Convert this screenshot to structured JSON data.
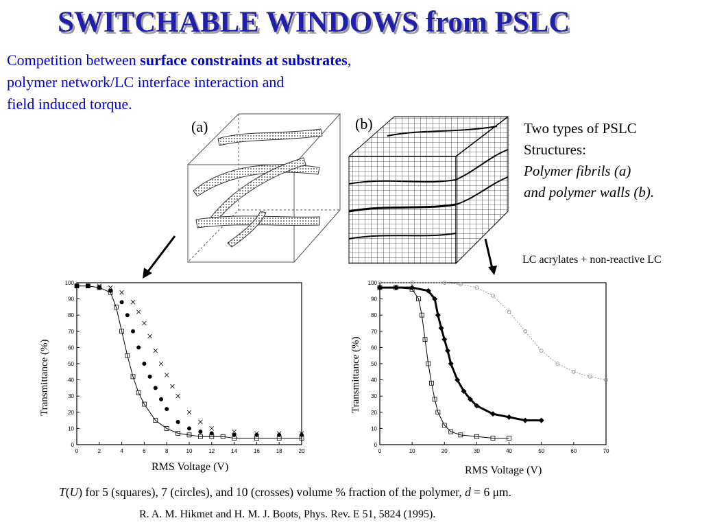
{
  "title": "SWITCHABLE WINDOWS from PSLC",
  "intro": {
    "line1_prefix": "Competition between ",
    "line1_bold": "surface constraints at substrates",
    "line1_suffix": ",",
    "line2": "polymer network/LC interface interaction and",
    "line3": "field induced torque."
  },
  "figure_labels": {
    "a": "(a)",
    "b": "(b)"
  },
  "structure_note": {
    "line1": "Two types of PSLC",
    "line2": "Structures:",
    "line3": "Polymer fibrils (a)",
    "line4": "and polymer walls (b)."
  },
  "lc_note": "LC acrylates + non-reactive LC",
  "plot_left": {
    "ylabel": "Transmittance (%)",
    "xlabel": "RMS Voltage (V)",
    "x_ticks": [
      "0",
      "2",
      "4",
      "6",
      "8",
      "10",
      "12",
      "14",
      "16",
      "18",
      "20"
    ],
    "y_ticks": [
      "0",
      "10",
      "20",
      "30",
      "40",
      "50",
      "60",
      "70",
      "80",
      "90",
      "100"
    ]
  },
  "plot_right": {
    "ylabel": "Transmittance (%)",
    "xlabel": "RMS Voltage (V)",
    "x_ticks": [
      "0",
      "10",
      "20",
      "30",
      "40",
      "50",
      "60",
      "70"
    ],
    "y_ticks": [
      "0",
      "10",
      "20",
      "30",
      "40",
      "50",
      "60",
      "70",
      "80",
      "90",
      "100"
    ]
  },
  "chart_data": [
    {
      "type": "scatter",
      "xlabel": "RMS Voltage (V)",
      "ylabel": "Transmittance (%)",
      "xlim": [
        0,
        20
      ],
      "ylim": [
        0,
        100
      ],
      "series": [
        {
          "name": "squares",
          "x": [
            0,
            1,
            2,
            3,
            3.5,
            4,
            4.5,
            5,
            5.5,
            6,
            7,
            8,
            9,
            10,
            11,
            12,
            13,
            14,
            16,
            18,
            20
          ],
          "y": [
            98,
            98,
            97,
            94,
            85,
            70,
            55,
            42,
            32,
            25,
            15,
            10,
            7,
            6,
            5,
            5,
            5,
            4,
            4,
            4,
            4
          ]
        },
        {
          "name": "circles",
          "x": [
            0,
            1,
            2,
            3,
            4,
            4.5,
            5,
            5.5,
            6,
            6.5,
            7,
            7.5,
            8,
            9,
            10,
            11,
            12,
            14,
            16,
            18,
            20
          ],
          "y": [
            98,
            98,
            97,
            95,
            88,
            80,
            70,
            60,
            50,
            42,
            35,
            28,
            22,
            14,
            10,
            8,
            7,
            6,
            6,
            6,
            6
          ]
        },
        {
          "name": "crosses",
          "x": [
            0,
            1,
            2,
            3,
            4,
            5,
            5.5,
            6,
            6.5,
            7,
            7.5,
            8,
            8.5,
            9,
            10,
            11,
            12,
            14,
            16,
            18,
            20
          ],
          "y": [
            98,
            98,
            98,
            97,
            94,
            88,
            82,
            75,
            67,
            58,
            50,
            43,
            36,
            30,
            20,
            14,
            10,
            8,
            7,
            7,
            7
          ]
        }
      ]
    },
    {
      "type": "scatter",
      "xlabel": "RMS Voltage (V)",
      "ylabel": "Transmittance (%)",
      "xlim": [
        0,
        70
      ],
      "ylim": [
        0,
        100
      ],
      "series": [
        {
          "name": "open squares",
          "x": [
            0,
            5,
            10,
            12,
            13,
            14,
            15,
            16,
            17,
            18,
            20,
            22,
            25,
            30,
            35,
            40
          ],
          "y": [
            97,
            97,
            96,
            90,
            80,
            65,
            50,
            38,
            28,
            20,
            12,
            8,
            6,
            5,
            4,
            4
          ]
        },
        {
          "name": "filled diamonds",
          "x": [
            0,
            5,
            10,
            15,
            17,
            18,
            19,
            20,
            21,
            22,
            24,
            26,
            28,
            30,
            35,
            40,
            45,
            50
          ],
          "y": [
            97,
            97,
            97,
            95,
            90,
            80,
            72,
            65,
            58,
            50,
            40,
            33,
            28,
            24,
            19,
            17,
            15,
            15
          ]
        },
        {
          "name": "light dotted",
          "x": [
            0,
            10,
            20,
            25,
            30,
            35,
            40,
            45,
            50,
            55,
            60,
            65,
            70
          ],
          "y": [
            100,
            100,
            100,
            99,
            97,
            92,
            82,
            70,
            58,
            50,
            45,
            42,
            40
          ]
        }
      ]
    }
  ],
  "caption": {
    "t": "T",
    "open_paren": "(",
    "u": "U",
    "rest": ") for 5 (squares), 7 (circles), and 10 (crosses) volume %  fraction of the polymer, ",
    "d": "d",
    "eq": " = 6 μm."
  },
  "reference": "R. A. M. Hikmet and H. M. J. Boots, Phys. Rev. E 51, 5824 (1995)."
}
